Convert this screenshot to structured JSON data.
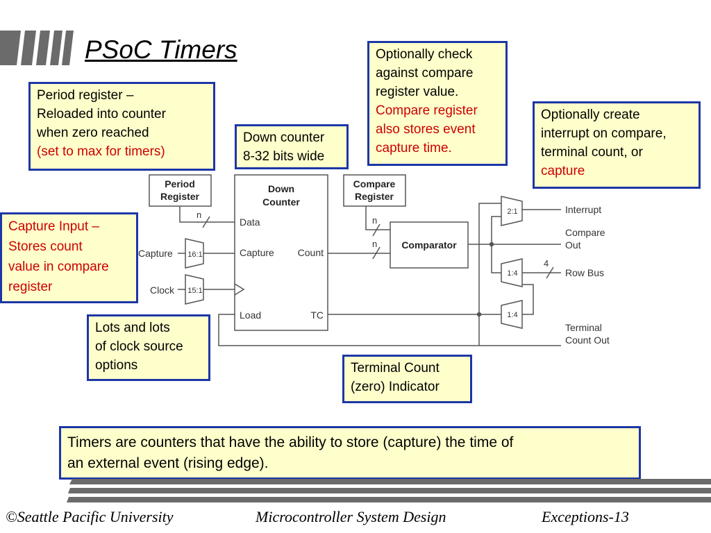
{
  "title": "PSoC Timers",
  "notes": {
    "period": {
      "line1": "Period register –",
      "line2": "Reloaded into counter",
      "line3": "when zero reached",
      "red": "(set to max for timers)"
    },
    "down_counter": {
      "line1": "Down counter",
      "line2": "8-32 bits wide"
    },
    "compare": {
      "line1": "Optionally check",
      "line2": "against compare",
      "line3": "register value.",
      "red1": "Compare register",
      "red2": "also stores event",
      "red3": "capture time."
    },
    "interrupt": {
      "line1": "Optionally create",
      "line2": "interrupt on compare,",
      "line3": "terminal count, or",
      "red": "capture"
    },
    "capture": {
      "line1": "Capture Input –",
      "line2": "Stores count",
      "line3": "value in compare",
      "line4": "register"
    },
    "clock": {
      "line1": "Lots and lots",
      "line2": "of clock source",
      "line3": "options"
    },
    "terminal": {
      "line1": "Terminal Count",
      "line2": "(zero) Indicator"
    },
    "summary": {
      "line1": "Timers are counters that have the ability to store (capture) the time of",
      "line2": "an external event (rising edge)."
    }
  },
  "diagram": {
    "period_register": [
      "Period",
      "Register"
    ],
    "down_counter": [
      "Down",
      "Counter"
    ],
    "compare_register": [
      "Compare",
      "Register"
    ],
    "comparator": "Comparator",
    "pins": {
      "data": "Data",
      "capture": "Capture",
      "count": "Count",
      "load": "Load",
      "tc": "TC"
    },
    "inputs": {
      "capture": "Capture",
      "clock": "Clock"
    },
    "muxes": {
      "capture_mux": "16:1",
      "clock_mux": "15:1",
      "interrupt_mux": "2:1",
      "rowbus_demux": "1:4",
      "terminal_demux": "1:4"
    },
    "bus_widths": {
      "n_data": "n",
      "n_compare": "n",
      "n_count": "n",
      "rowbus": "4"
    },
    "outputs": {
      "interrupt": "Interrupt",
      "compare_out": [
        "Compare",
        "Out"
      ],
      "row_bus": "Row Bus",
      "terminal_count_out": [
        "Terminal",
        "Count Out"
      ]
    }
  },
  "footer": {
    "left": "©Seattle Pacific University",
    "center": "Microcontroller System Design",
    "right": "Exceptions-13"
  },
  "colors": {
    "note_border": "#1c36a6",
    "note_fill": "#ffffcc",
    "red_text": "#cc0000",
    "bars": "#6b6b6b"
  }
}
